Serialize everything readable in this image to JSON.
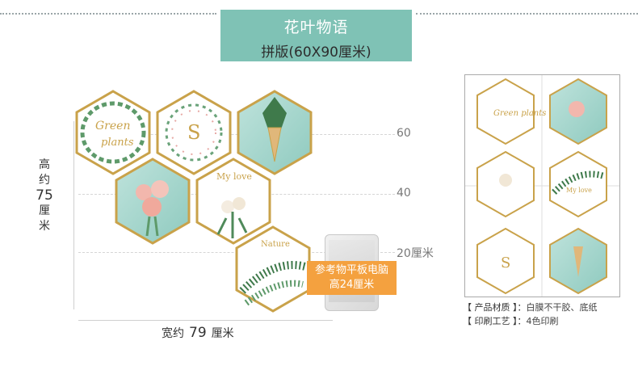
{
  "title": {
    "line1": "花叶物语",
    "line2": "拼版(60X90厘米)"
  },
  "colors": {
    "banner": "#7fc2b5",
    "gold": "#c9a24a",
    "mint": "#a9d6cf",
    "tag": "#f4a13f"
  },
  "dimensions": {
    "height_char1": "高",
    "height_char2": "约",
    "height_value": "75",
    "height_unit": "厘米",
    "width_prefix": "宽约",
    "width_value": "79",
    "width_unit": "厘米"
  },
  "ticks": {
    "t60": "60",
    "t40": "40",
    "t20": "20厘米"
  },
  "tablet": {
    "label_line1": "参考物平板电脑",
    "label_line2": "高24厘米"
  },
  "hex_labels": {
    "green_plants": "Green plants",
    "s_letter": "S",
    "my_love": "My love",
    "nature": "Nature"
  },
  "ref_labels": {
    "green": "Green plants",
    "s": "S",
    "mylove": "My love"
  },
  "info": {
    "material_key": "【 产品材质 】：",
    "material_value": "白膜不干胶、底纸",
    "print_key": "【 印刷工艺 】：",
    "print_value": "4色印刷"
  }
}
